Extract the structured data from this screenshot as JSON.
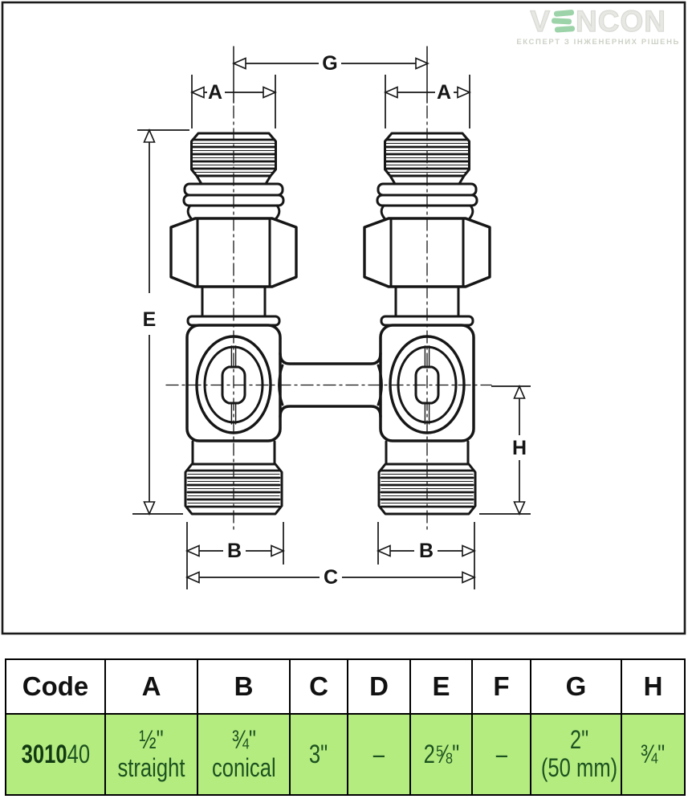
{
  "logo": {
    "v": "V",
    "rest": "NCON",
    "tagline": "ЕКСПЕРТ З ІНЖЕНЕРНИХ РІШЕНЬ"
  },
  "diagram": {
    "labels": {
      "g": "G",
      "a_left": "A",
      "a_right": "A",
      "e": "E",
      "h": "H",
      "b_left": "B",
      "b_right": "B",
      "c": "C"
    }
  },
  "table": {
    "headers": [
      "Code",
      "A",
      "B",
      "C",
      "D",
      "E",
      "F",
      "G",
      "H"
    ],
    "row": {
      "code_bold": "3010",
      "code_light": "40",
      "a_line1": "½\"",
      "a_line2": "straight",
      "b_line1": "¾\"",
      "b_line2": "conical",
      "c": "3\"",
      "d": "–",
      "e": "2⅝\"",
      "f": "–",
      "g_line1": "2\"",
      "g_line2": "(50 mm)",
      "h": "¾\""
    }
  },
  "colors": {
    "row_bg": "#b5ec80",
    "row_text": "#1c5220",
    "row_text_bold": "#123a12",
    "line_black": "#161616",
    "logo_green": "#9cd3a8"
  }
}
